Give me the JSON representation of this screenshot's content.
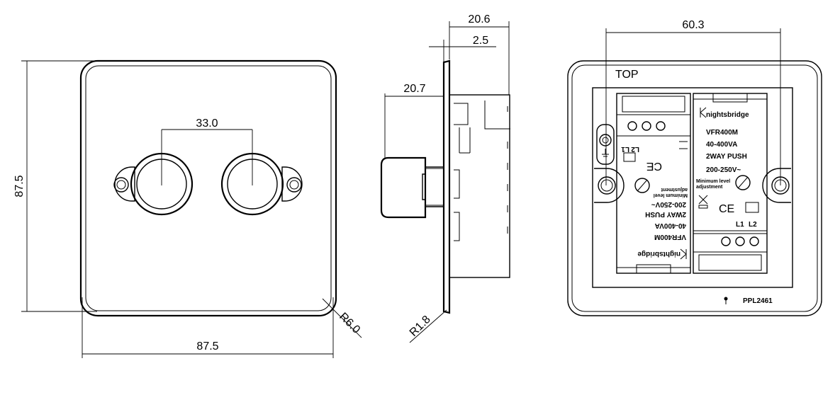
{
  "front_view": {
    "height_dim": "87.5",
    "width_dim": "87.5",
    "centres_dim": "33.0",
    "corner_radius_dim": "R6.0"
  },
  "side_view": {
    "overall_depth_dim": "20.6",
    "plate_thickness_dim": "2.5",
    "knob_projection_dim": "20.7",
    "edge_radius_dim": "R1.8"
  },
  "rear_view": {
    "fixing_centres_dim": "60.3",
    "top_label": "TOP",
    "part_number": "PPL2461",
    "module_right": {
      "brand": "nightsbridge",
      "model": "VFR400M",
      "rating": "40-400VA",
      "function": "2WAY PUSH",
      "voltage": "200-250V~",
      "min_level_line1": "Minimum level",
      "min_level_line2": "adjustment",
      "terminal_l1": "L1",
      "terminal_l2": "L2",
      "ce_mark": "CE"
    },
    "module_left": {
      "brand": "nightsbridge",
      "model": "VFR400M",
      "rating": "40-400VA",
      "function": "2WAY PUSH",
      "voltage": "200-250V~",
      "min_level_line1": "Minimum level",
      "min_level_line2": "adjustment",
      "terminal_l1": "L1",
      "terminal_l2": "L2",
      "ce_mark": "CE"
    }
  }
}
